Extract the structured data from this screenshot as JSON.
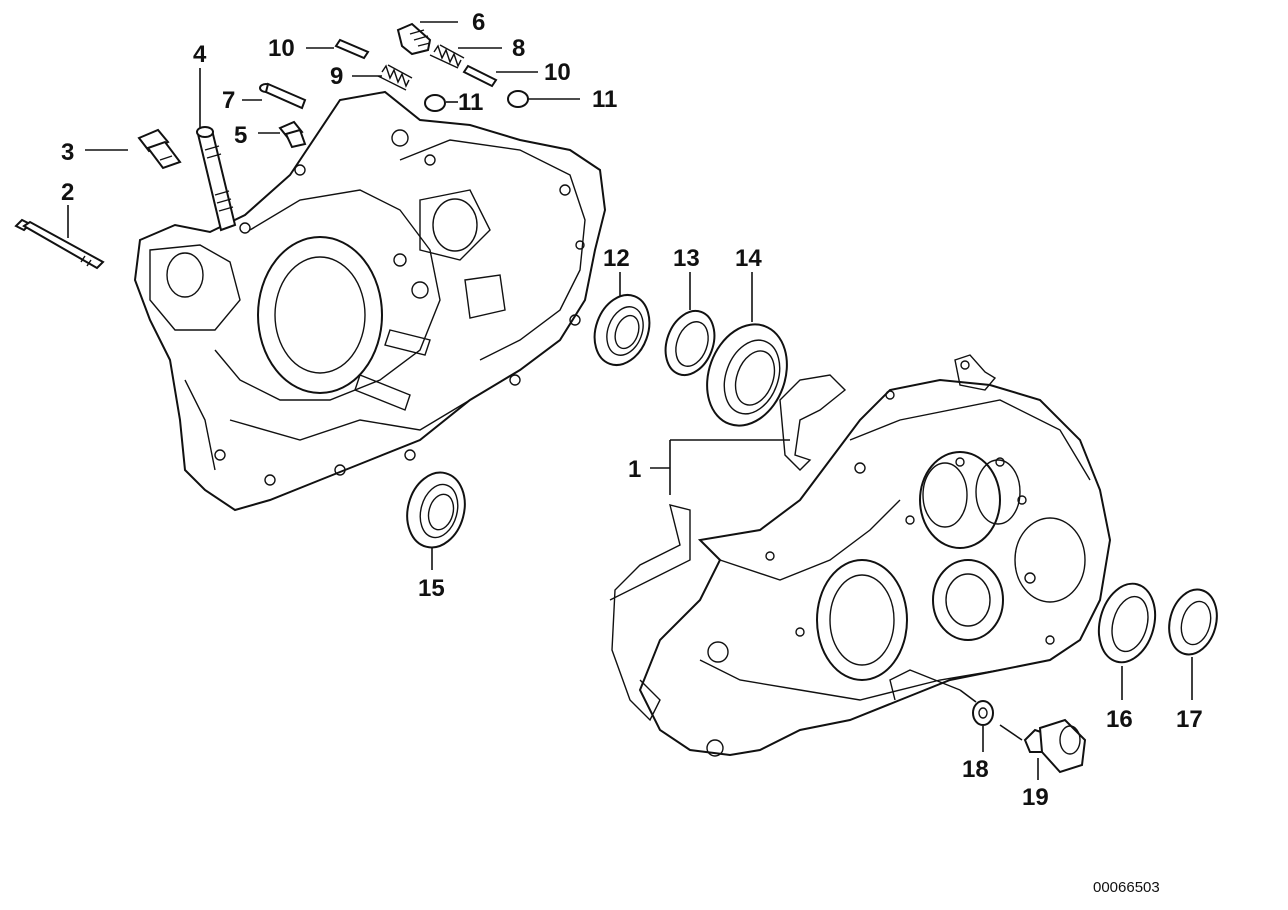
{
  "diagram": {
    "reference_number": "00066503",
    "callouts": [
      "1",
      "2",
      "3",
      "4",
      "5",
      "6",
      "7",
      "8",
      "9",
      "10",
      "10",
      "11",
      "11",
      "12",
      "13",
      "14",
      "15",
      "16",
      "17",
      "18",
      "19"
    ]
  }
}
